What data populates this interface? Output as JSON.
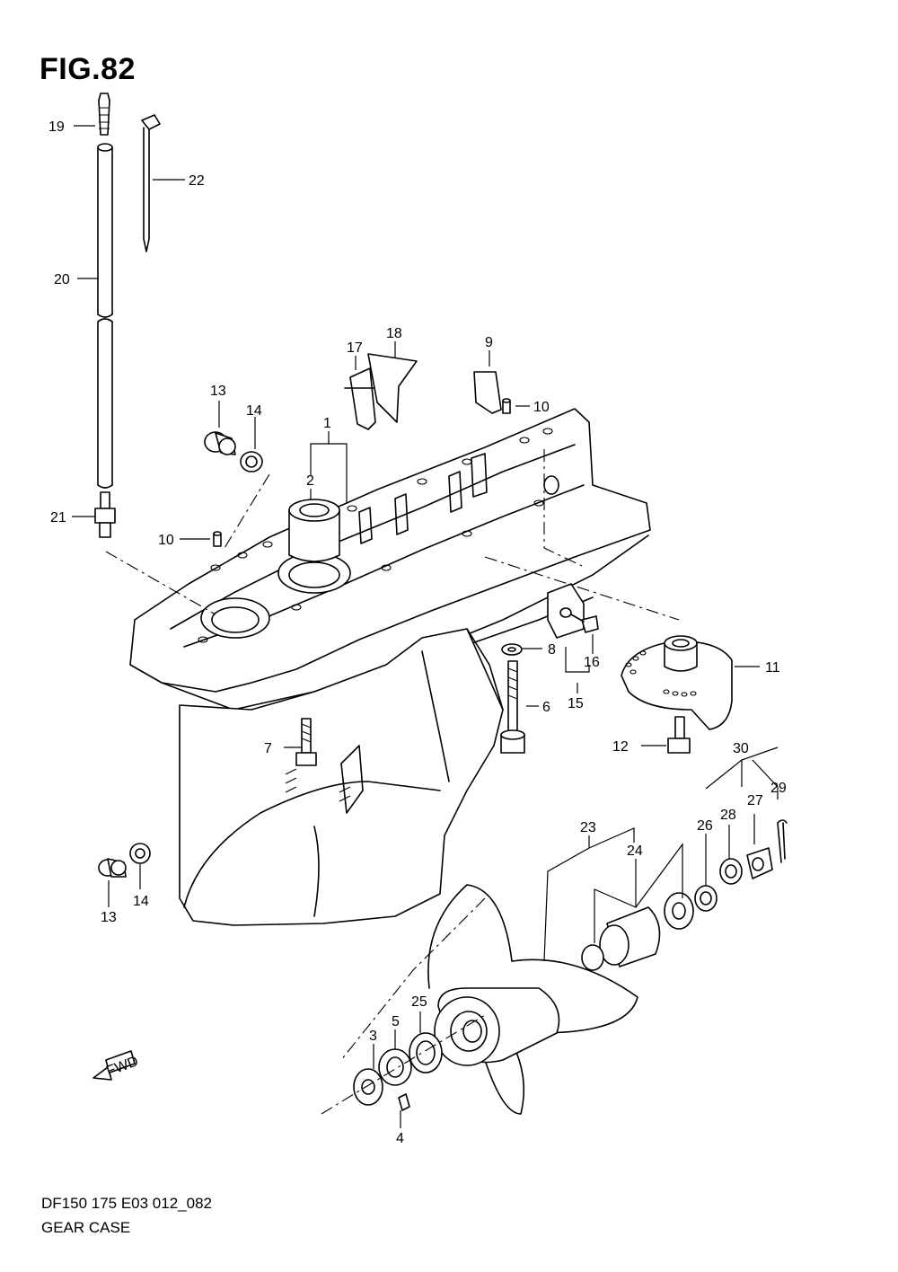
{
  "figure": {
    "title": "FIG.82",
    "drawing_code": "DF150 175 E03 012_082",
    "caption": "GEAR CASE",
    "direction_label": "FWD"
  },
  "callouts": [
    {
      "id": "19",
      "label": "19"
    },
    {
      "id": "22",
      "label": "22"
    },
    {
      "id": "20",
      "label": "20"
    },
    {
      "id": "21",
      "label": "21"
    },
    {
      "id": "13a",
      "label": "13"
    },
    {
      "id": "14a",
      "label": "14"
    },
    {
      "id": "10a",
      "label": "10"
    },
    {
      "id": "2",
      "label": "2"
    },
    {
      "id": "1",
      "label": "1"
    },
    {
      "id": "17",
      "label": "17"
    },
    {
      "id": "18",
      "label": "18"
    },
    {
      "id": "9",
      "label": "9"
    },
    {
      "id": "10b",
      "label": "10"
    },
    {
      "id": "8",
      "label": "8"
    },
    {
      "id": "16",
      "label": "16"
    },
    {
      "id": "15",
      "label": "15"
    },
    {
      "id": "6",
      "label": "6"
    },
    {
      "id": "11",
      "label": "11"
    },
    {
      "id": "12",
      "label": "12"
    },
    {
      "id": "7",
      "label": "7"
    },
    {
      "id": "30",
      "label": "30"
    },
    {
      "id": "29",
      "label": "29"
    },
    {
      "id": "27",
      "label": "27"
    },
    {
      "id": "28",
      "label": "28"
    },
    {
      "id": "26",
      "label": "26"
    },
    {
      "id": "23",
      "label": "23"
    },
    {
      "id": "24",
      "label": "24"
    },
    {
      "id": "13b",
      "label": "13"
    },
    {
      "id": "14b",
      "label": "14"
    },
    {
      "id": "25",
      "label": "25"
    },
    {
      "id": "3",
      "label": "3"
    },
    {
      "id": "5",
      "label": "5"
    },
    {
      "id": "4",
      "label": "4"
    }
  ]
}
